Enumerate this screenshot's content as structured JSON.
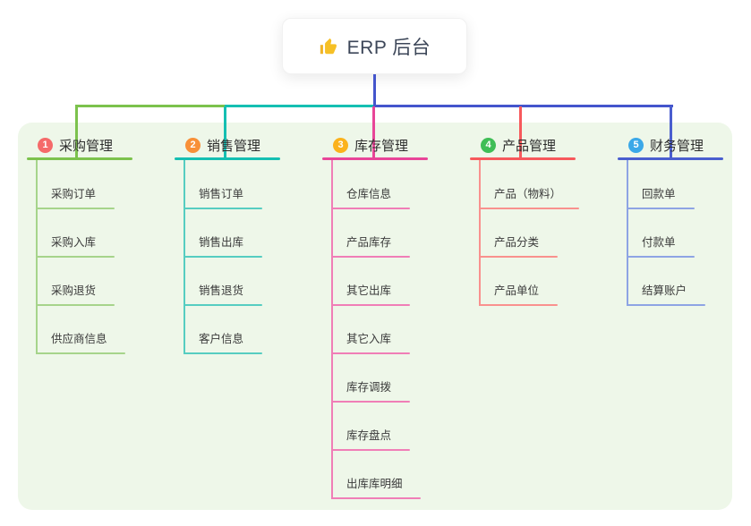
{
  "root": {
    "label": "ERP 后台",
    "icon": "thumbs-up-icon",
    "icon_color": "#f6c026"
  },
  "colors": {
    "canvas": "#ffffff",
    "panel": "#eef7e9",
    "trunk_blue": "#4455cc",
    "root_text": "#3c4658"
  },
  "branches": [
    {
      "number": "1",
      "label": "采购管理",
      "badge_color": "#f56a6a",
      "line_color": "#7cc24d",
      "child_line_color": "#a6d48b",
      "children": [
        "采购订单",
        "采购入库",
        "采购退货",
        "供应商信息"
      ]
    },
    {
      "number": "2",
      "label": "销售管理",
      "badge_color": "#f89038",
      "line_color": "#15bfb2",
      "child_line_color": "#56cdc1",
      "children": [
        "销售订单",
        "销售出库",
        "销售退货",
        "客户信息"
      ]
    },
    {
      "number": "3",
      "label": "库存管理",
      "badge_color": "#fbb21c",
      "line_color": "#e84598",
      "child_line_color": "#f07eb7",
      "children": [
        "仓库信息",
        "产品库存",
        "其它出库",
        "其它入库",
        "库存调拨",
        "库存盘点",
        "出库库明细"
      ]
    },
    {
      "number": "4",
      "label": "产品管理",
      "badge_color": "#3fbe56",
      "line_color": "#f7595c",
      "child_line_color": "#f9918e",
      "children": [
        "产品（物料）",
        "产品分类",
        "产品单位"
      ]
    },
    {
      "number": "5",
      "label": "财务管理",
      "badge_color": "#3ba8e8",
      "line_color": "#4a5ecf",
      "child_line_color": "#8ea4e4",
      "children": [
        "回款单",
        "付款单",
        "结算账户"
      ]
    }
  ]
}
